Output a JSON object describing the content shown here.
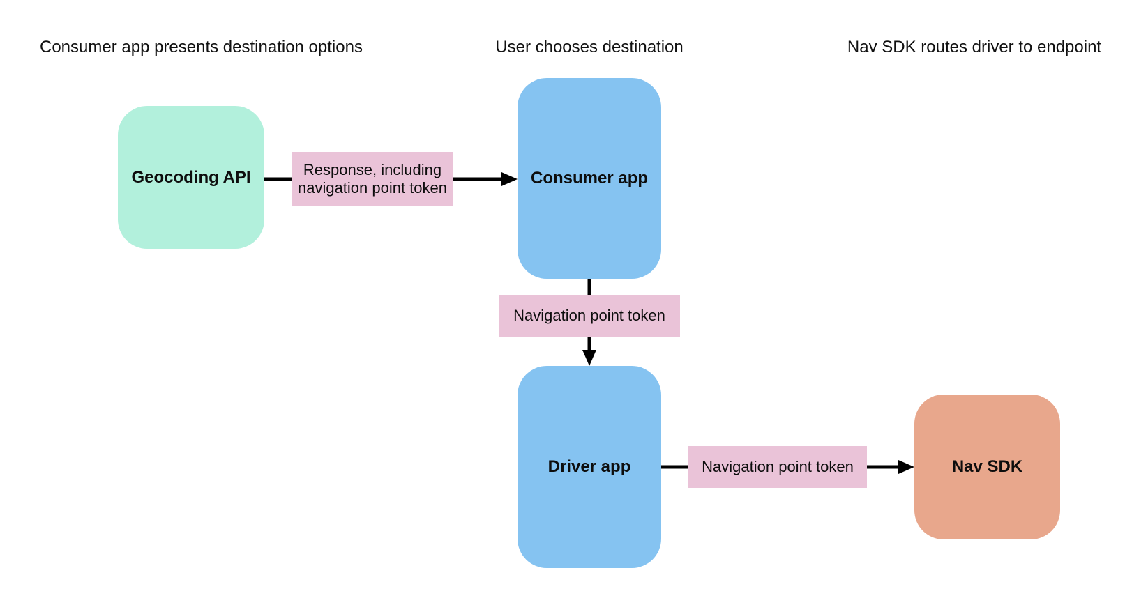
{
  "page": {
    "background": "#ffffff",
    "arrow_color": "#000000",
    "text_color": "#0d0d0d"
  },
  "lane_headers": [
    {
      "label": "Consumer app presents destination options"
    },
    {
      "label": "User chooses destination"
    },
    {
      "label": "Nav SDK routes driver to endpoint"
    }
  ],
  "nodes": {
    "geocoding_api": {
      "label": "Geocoding API",
      "fill": "#b2f0dc"
    },
    "consumer_app": {
      "label": "Consumer app",
      "fill": "#85c3f1"
    },
    "driver_app": {
      "label": "Driver app",
      "fill": "#85c3f1"
    },
    "nav_sdk": {
      "label": "Nav SDK",
      "fill": "#e8a78c"
    }
  },
  "edges": {
    "geocoding_to_consumer": {
      "label": "Response, including navigation point token",
      "label_fill": "#eac3d8"
    },
    "consumer_to_driver": {
      "label": "Navigation point token",
      "label_fill": "#eac3d8"
    },
    "driver_to_navsdk": {
      "label": "Navigation point token",
      "label_fill": "#eac3d8"
    }
  }
}
